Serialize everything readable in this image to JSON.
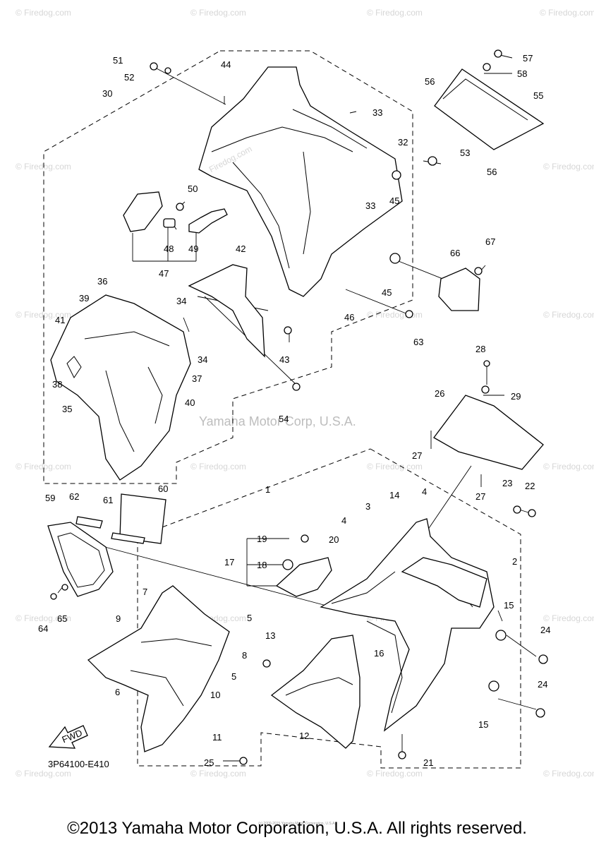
{
  "diagram": {
    "code": "3P64100-E410",
    "fwd_label": "FWD",
    "center_watermark": "Yamaha Motor Corp, U.S.A.",
    "watermark": "© Firedog.com",
    "inner_watermark": "Firedog.com"
  },
  "callouts": [
    "51",
    "52",
    "30",
    "44",
    "33",
    "32",
    "53",
    "57",
    "58",
    "56",
    "55",
    "56",
    "45",
    "33",
    "50",
    "49",
    "48",
    "47",
    "42",
    "45",
    "66",
    "67",
    "36",
    "39",
    "41",
    "34",
    "34",
    "37",
    "38",
    "35",
    "40",
    "43",
    "46",
    "63",
    "54",
    "28",
    "29",
    "26",
    "27",
    "27",
    "23",
    "22",
    "1",
    "62",
    "60",
    "59",
    "61",
    "14",
    "3",
    "4",
    "4",
    "2",
    "19",
    "20",
    "17",
    "18",
    "7",
    "9",
    "5",
    "8",
    "5",
    "10",
    "6",
    "64",
    "65",
    "13",
    "16",
    "15",
    "24",
    "24",
    "15",
    "11",
    "12",
    "25",
    "21"
  ],
  "footer": {
    "copyright": "©2013 Yamaha Motor Corporation, U.S.A. All rights reserved.",
    "fineprint": "(c) 2000-2015 Yamaha Motor Corporation, U.S.A."
  }
}
